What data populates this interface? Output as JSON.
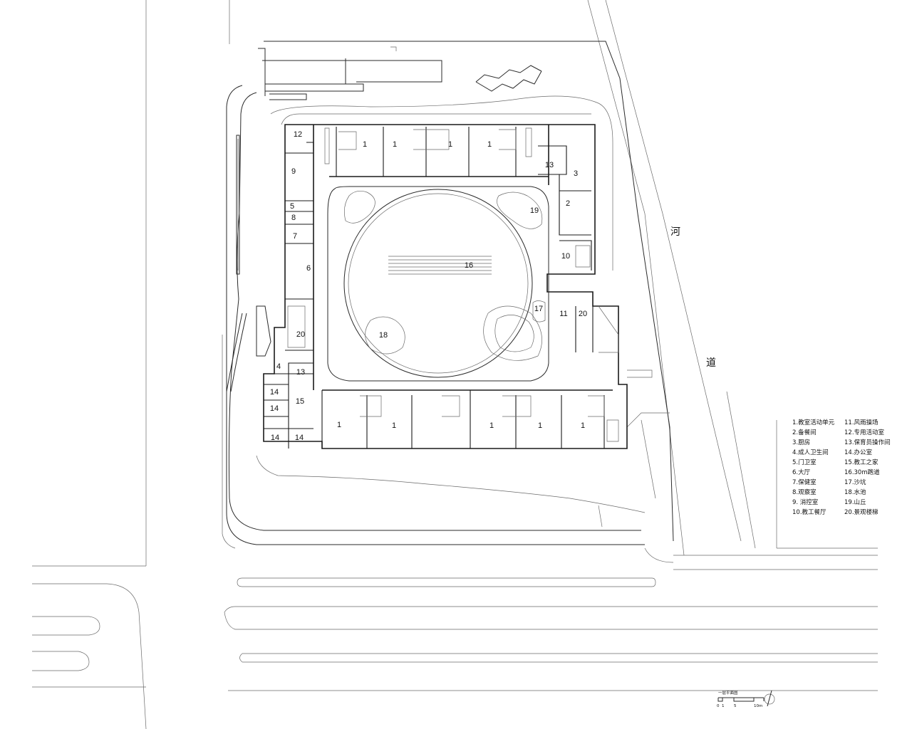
{
  "river_label": [
    "河",
    "道"
  ],
  "room_labels": [
    {
      "id": "r12",
      "text": "12"
    },
    {
      "id": "r9",
      "text": "9"
    },
    {
      "id": "r5",
      "text": "5"
    },
    {
      "id": "r8",
      "text": "8"
    },
    {
      "id": "r7",
      "text": "7"
    },
    {
      "id": "r6",
      "text": "6"
    },
    {
      "id": "r20a",
      "text": "20"
    },
    {
      "id": "r4",
      "text": "4"
    },
    {
      "id": "r13a",
      "text": "13"
    },
    {
      "id": "r14a",
      "text": "14"
    },
    {
      "id": "r14b",
      "text": "14"
    },
    {
      "id": "r15",
      "text": "15"
    },
    {
      "id": "r14c",
      "text": "14"
    },
    {
      "id": "r14d",
      "text": "14"
    },
    {
      "id": "r1a",
      "text": "1"
    },
    {
      "id": "r1b",
      "text": "1"
    },
    {
      "id": "r1c",
      "text": "1"
    },
    {
      "id": "r1d",
      "text": "1"
    },
    {
      "id": "r13b",
      "text": "13"
    },
    {
      "id": "r3",
      "text": "3"
    },
    {
      "id": "r2",
      "text": "2"
    },
    {
      "id": "r19",
      "text": "19"
    },
    {
      "id": "r10",
      "text": "10"
    },
    {
      "id": "r16",
      "text": "16"
    },
    {
      "id": "r17",
      "text": "17"
    },
    {
      "id": "r11",
      "text": "11"
    },
    {
      "id": "r20b",
      "text": "20"
    },
    {
      "id": "r18",
      "text": "18"
    },
    {
      "id": "r1e",
      "text": "1"
    },
    {
      "id": "r1f",
      "text": "1"
    },
    {
      "id": "r1g",
      "text": "1"
    },
    {
      "id": "r1h",
      "text": "1"
    },
    {
      "id": "r1i",
      "text": "1"
    }
  ],
  "legend": {
    "left": [
      "1.教室活动单元",
      "2.备餐间",
      "3.厨房",
      "4.成人卫生间",
      "5.门卫室",
      "6.大厅",
      "7.保健室",
      "8.观察室",
      "9. 消控室",
      "10.教工餐厅"
    ],
    "right": [
      "11.风雨操场",
      "12.专用活动室",
      "13.保育员操作间",
      "14.办公室",
      "15.教工之家",
      "16.30m跑道",
      "17.沙坑",
      "18.水池",
      "19.山丘",
      "20.景观楼梯"
    ]
  },
  "scale_bar": {
    "title": "一层平面图",
    "ticks": [
      "0",
      "1",
      "5",
      "10m"
    ]
  }
}
